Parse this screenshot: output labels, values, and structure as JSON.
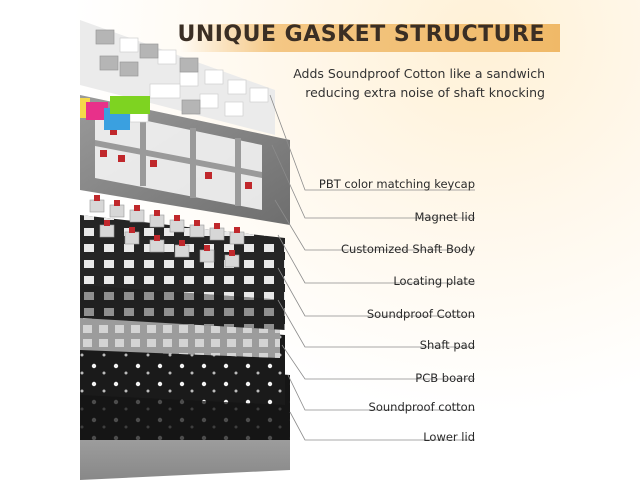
{
  "header": {
    "title": "UNIQUE GASKET STRUCTURE",
    "subtitle_line1": "Adds Soundproof Cotton like a sandwich",
    "subtitle_line2": "reducing extra noise of shaft knocking"
  },
  "layers": [
    {
      "label": "PBT color matching keycap"
    },
    {
      "label": "Magnet lid"
    },
    {
      "label": "Customized Shaft Body"
    },
    {
      "label": "Locating plate"
    },
    {
      "label": "Soundproof Cotton"
    },
    {
      "label": "Shaft pad"
    },
    {
      "label": "PCB board"
    },
    {
      "label": "Soundproof cotton"
    },
    {
      "label": "Lower lid"
    }
  ],
  "colors": {
    "accent": "#f0b968",
    "title_text": "#3a2e24",
    "keycap_light": "#f2f2f2",
    "keycap_grey": "#b5b5b5",
    "keycap_pink": "#e8308a",
    "keycap_green": "#7ed321",
    "keycap_blue": "#3aa0e0",
    "keycap_yellow": "#f5d94a",
    "plate_dark": "#1e1e1e",
    "frame_grey": "#8a8a8a",
    "switch_red": "#c0282c"
  }
}
